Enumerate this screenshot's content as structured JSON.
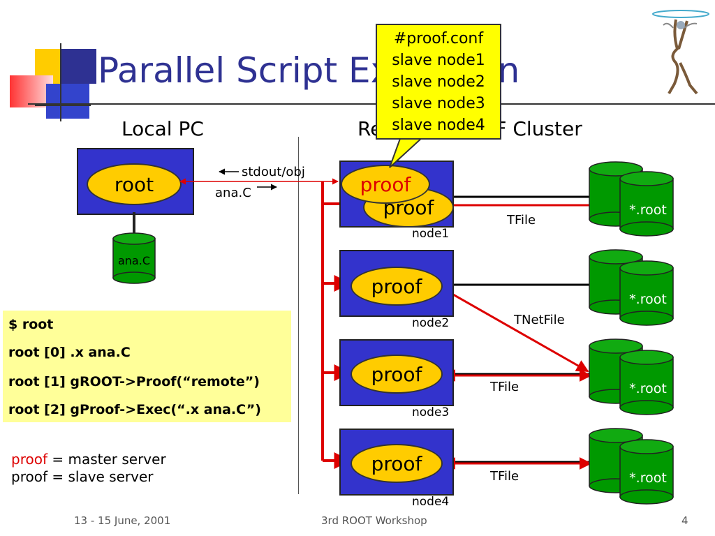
{
  "slide": {
    "title": "Parallel Script Execution",
    "local_heading": "Local PC",
    "remote_heading": "Remote PROOF Cluster"
  },
  "local": {
    "root_label": "root",
    "file_label": "ana.C",
    "stdout_label": "stdout/obj",
    "send_label": "ana.C"
  },
  "config": {
    "lines": [
      "#proof.conf",
      "slave node1",
      "slave node2",
      "slave node3",
      "slave node4"
    ]
  },
  "nodes": [
    {
      "name": "node1",
      "master_label": "proof",
      "slave_label": "proof",
      "link_label": "TFile",
      "db_label": "*.root"
    },
    {
      "name": "node2",
      "slave_label": "proof",
      "link_label": "TNetFile",
      "db_label": "*.root"
    },
    {
      "name": "node3",
      "slave_label": "proof",
      "link_label": "TFile",
      "db_label": "*.root"
    },
    {
      "name": "node4",
      "slave_label": "proof",
      "link_label": "TFile",
      "db_label": "*.root"
    }
  ],
  "commands": [
    "$ root",
    "root [0] .x ana.C",
    "root [1] gROOT->Proof(“remote”)",
    "root [2] gProof->Exec(“.x ana.C”)"
  ],
  "legend": {
    "master_word": "proof",
    "master_text": " = master server",
    "slave_text": "proof = slave server"
  },
  "footer": {
    "date": "13 - 15 June, 2001",
    "event": "3rd ROOT Workshop",
    "page": "4"
  },
  "colors": {
    "title": "#2e3192",
    "box": "#3333cc",
    "ellipse": "#ffcc00",
    "db": "#009900",
    "arrow": "#dd0000",
    "master_text": "#dd0000"
  }
}
